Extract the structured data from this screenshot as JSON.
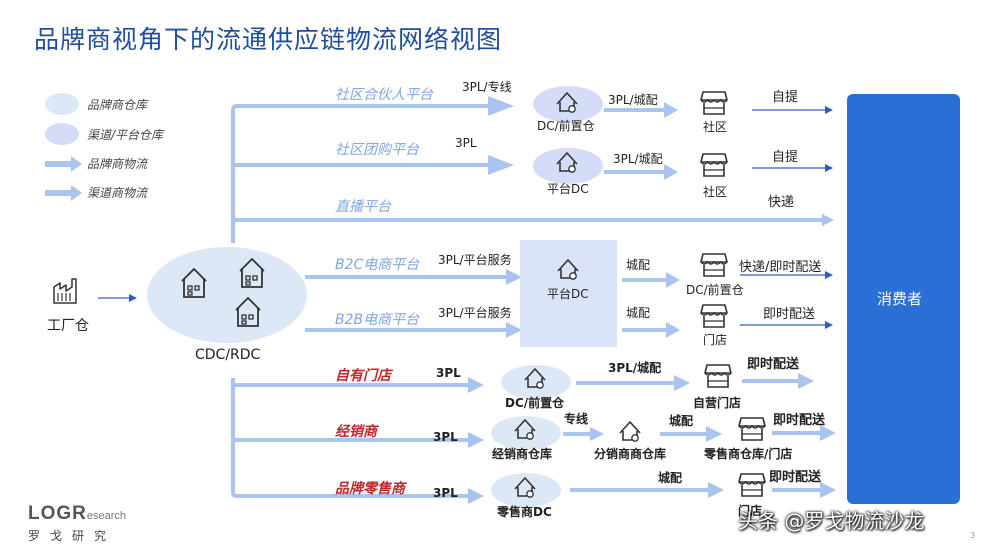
{
  "title": "品牌商视角下的流通供应链物流网络视图",
  "legend": [
    {
      "label": "品牌商仓库",
      "kind": "brand-warehouse"
    },
    {
      "label": "渠道/平台仓库",
      "kind": "channel-warehouse"
    },
    {
      "label": "品牌商物流",
      "kind": "brand-logistics"
    },
    {
      "label": "渠道商物流",
      "kind": "channel-logistics"
    }
  ],
  "nodes": {
    "factory": "工厂仓",
    "cdc": "CDC/RDC",
    "consumer": "消费者",
    "platform_dc": "平台DC"
  },
  "channels": [
    {
      "name": "社区合伙人平台",
      "mode": "3PL/专线",
      "node": "DC/前置仓",
      "link": "3PL/城配",
      "store": "社区",
      "last": "自提"
    },
    {
      "name": "社区团购平台",
      "mode": "3PL",
      "node": "平台DC",
      "link": "3PL/城配",
      "store": "社区",
      "last": "自提"
    },
    {
      "name": "直播平台",
      "last": "快递"
    },
    {
      "name": "B2C电商平台",
      "mode": "3PL/平台服务",
      "link": "城配",
      "store": "DC/前置仓",
      "last": "快递/即时配送"
    },
    {
      "name": "B2B电商平台",
      "mode": "3PL/平台服务",
      "link": "城配",
      "store": "门店",
      "last": "即时配送"
    },
    {
      "name": "自有门店",
      "mode": "3PL",
      "node": "DC/前置仓",
      "link": "3PL/城配",
      "store": "自营门店",
      "last": "即时配送"
    },
    {
      "name": "经销商",
      "mode": "3PL",
      "node": "经销商仓库",
      "link": "专线",
      "node2": "分销商商仓库",
      "link2": "城配",
      "store": "零售商仓库/门店",
      "last": "即时配送"
    },
    {
      "name": "品牌零售商",
      "mode": "3PL",
      "node": "零售商DC",
      "link": "城配",
      "store": "门店",
      "last": "即时配送"
    }
  ],
  "logo": {
    "main": "LOGR",
    "sub": "esearch",
    "cn": "罗戈研究"
  },
  "watermark": "头条 @罗戈物流沙龙",
  "page_number": "3",
  "colors": {
    "title": "#1f4e9e",
    "arrow": "#a9c4ef",
    "arrow_dark": "#2f5fbf",
    "ellipse": "#dde8f7",
    "platform_box": "#dbe3f8",
    "consumer": "#2a6fd6",
    "red": "#c0282d",
    "label_blue": "#7fa6e3"
  }
}
